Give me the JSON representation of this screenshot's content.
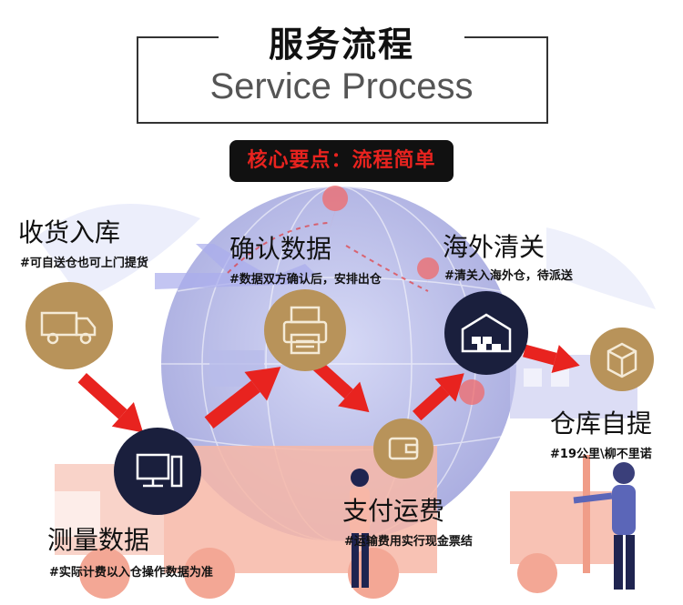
{
  "title_cn": "服务流程",
  "title_en": "Service Process",
  "tagline": "核心要点：流程简单",
  "steps": [
    {
      "title": "收货入库",
      "desc": "#可自送仓也可上门提货",
      "icon": "truck-icon"
    },
    {
      "title": "测量数据",
      "desc": "#实际计费以入仓操作数据为准",
      "icon": "computer-icon"
    },
    {
      "title": "确认数据",
      "desc": "#数据双方确认后，安排出仓",
      "icon": "printer-icon"
    },
    {
      "title": "支付运费",
      "desc": "#运输费用实行现金票结",
      "icon": "wallet-icon"
    },
    {
      "title": "海外清关",
      "desc": "#清关入海外仓，待派送",
      "icon": "warehouse-icon"
    },
    {
      "title": "仓库自提",
      "desc": "#19公里\\柳不里诺",
      "icon": "package-icon"
    }
  ],
  "colors": {
    "accent_red": "#e8231f",
    "circle_tan": "#b8935a",
    "circle_navy": "#1a1f3d",
    "tagline_bg": "#111111",
    "globe": "#8f93d6"
  }
}
